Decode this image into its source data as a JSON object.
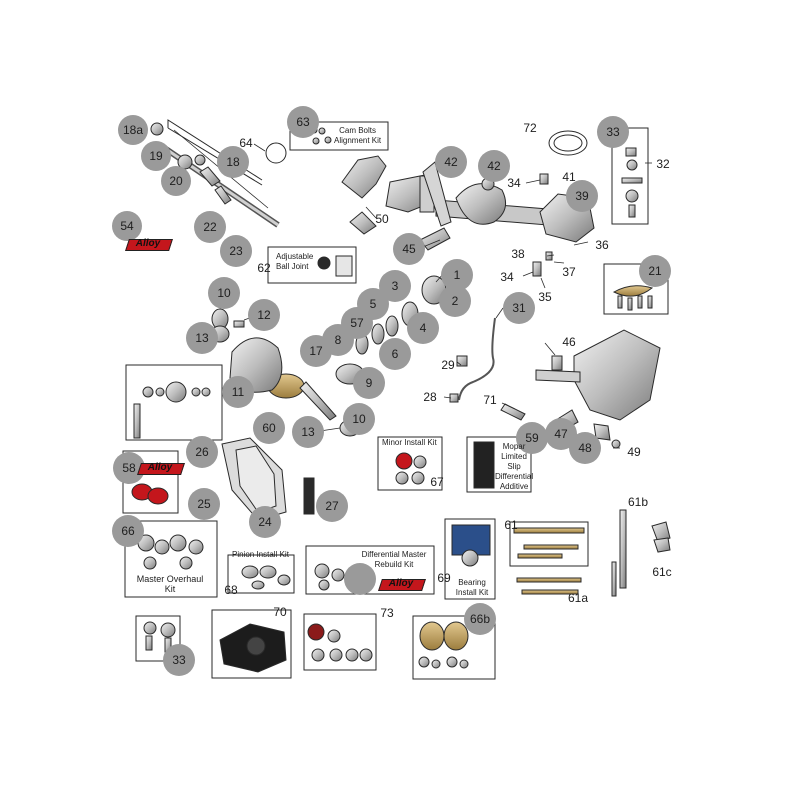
{
  "callouts": {
    "c18a": "18a",
    "c19": "19",
    "c20": "20",
    "c18": "18",
    "c64": "64",
    "c63": "63",
    "c72": "72",
    "c33a": "33",
    "c32": "32",
    "c42a": "42",
    "c42b": "42",
    "c34a": "34",
    "c41": "41",
    "c39": "39",
    "c50": "50",
    "c54": "54",
    "c22": "22",
    "c23": "23",
    "c45": "45",
    "c38": "38",
    "c36": "36",
    "c37": "37",
    "c34b": "34",
    "c35": "35",
    "c21": "21",
    "c62": "62",
    "c1": "1",
    "c3": "3",
    "c2": "2",
    "c10a": "10",
    "c12": "12",
    "c5": "5",
    "c4": "4",
    "c57": "57",
    "c31": "31",
    "c13a": "13",
    "c8": "8",
    "c6": "6",
    "c17": "17",
    "c29": "29",
    "c46": "46",
    "c9": "9",
    "c11": "11",
    "c28": "28",
    "c71": "71",
    "c13b": "13",
    "c10b": "10",
    "c60": "60",
    "c47": "47",
    "c59": "59",
    "c48": "48",
    "c49": "49",
    "c26": "26",
    "c58": "58",
    "c67": "67",
    "c27": "27",
    "c25": "25",
    "c24": "24",
    "c66a": "66",
    "c61b": "61b",
    "c61": "61",
    "c68": "68",
    "c69": "69",
    "c61c": "61c",
    "c61a": "61a",
    "c70": "70",
    "c73": "73",
    "c66b": "66b",
    "c33b": "33"
  },
  "kit_labels": {
    "cam_bolts": "Cam Bolts\nAlignment Kit",
    "adjustable_ball_joint": "Adjustable\nBall Joint",
    "minor_install": "Minor Install Kit",
    "mopar_additive": "Mopar\nLimited\nSlip\nDifferential\nAdditive",
    "master_overhaul": "Master Overhaul\nKit",
    "pinion_install": "Pinion Install Kit",
    "differential_master": "Differential Master\nRebuild Kit",
    "bearing_install": "Bearing\nInstall Kit"
  },
  "brand_logo": "Alloy",
  "colors": {
    "badge": "#9a9a9a",
    "line": "#2a2a2a",
    "part": "#d9d9d9",
    "brand_red": "#c4161c"
  }
}
